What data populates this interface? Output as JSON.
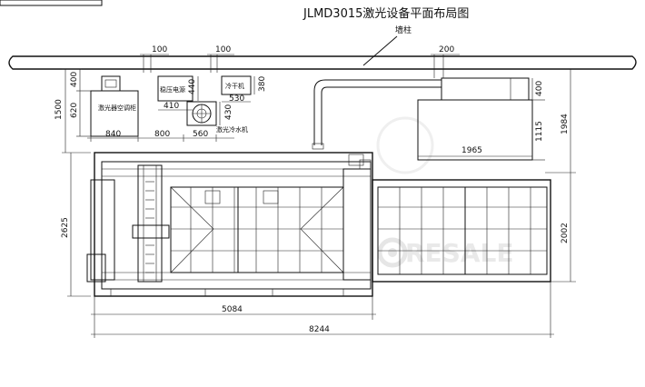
{
  "title": "JLMD3015激光设备平面布局图",
  "wall_label": "墙柱",
  "equipment": {
    "chiller_unit": "激光器空调柜",
    "stabilizer": "稳压电源",
    "dryer": "冷干机",
    "water_chiller": "激光冷水机",
    "fan_box": ""
  },
  "dimensions": {
    "d100a": "100",
    "d100b": "100",
    "d200": "200",
    "d1500": "1500",
    "d620": "620",
    "d400a": "400",
    "d840": "840",
    "d800": "800",
    "d560": "560",
    "d410": "410",
    "d440": "440",
    "d530": "530",
    "d380": "380",
    "d430": "430",
    "d400b": "400",
    "d1115": "1115",
    "d1965": "1965",
    "d1984": "1984",
    "d2625": "2625",
    "d2002": "2002",
    "d5084": "5084",
    "d8244": "8244"
  },
  "watermark": "RESALE"
}
